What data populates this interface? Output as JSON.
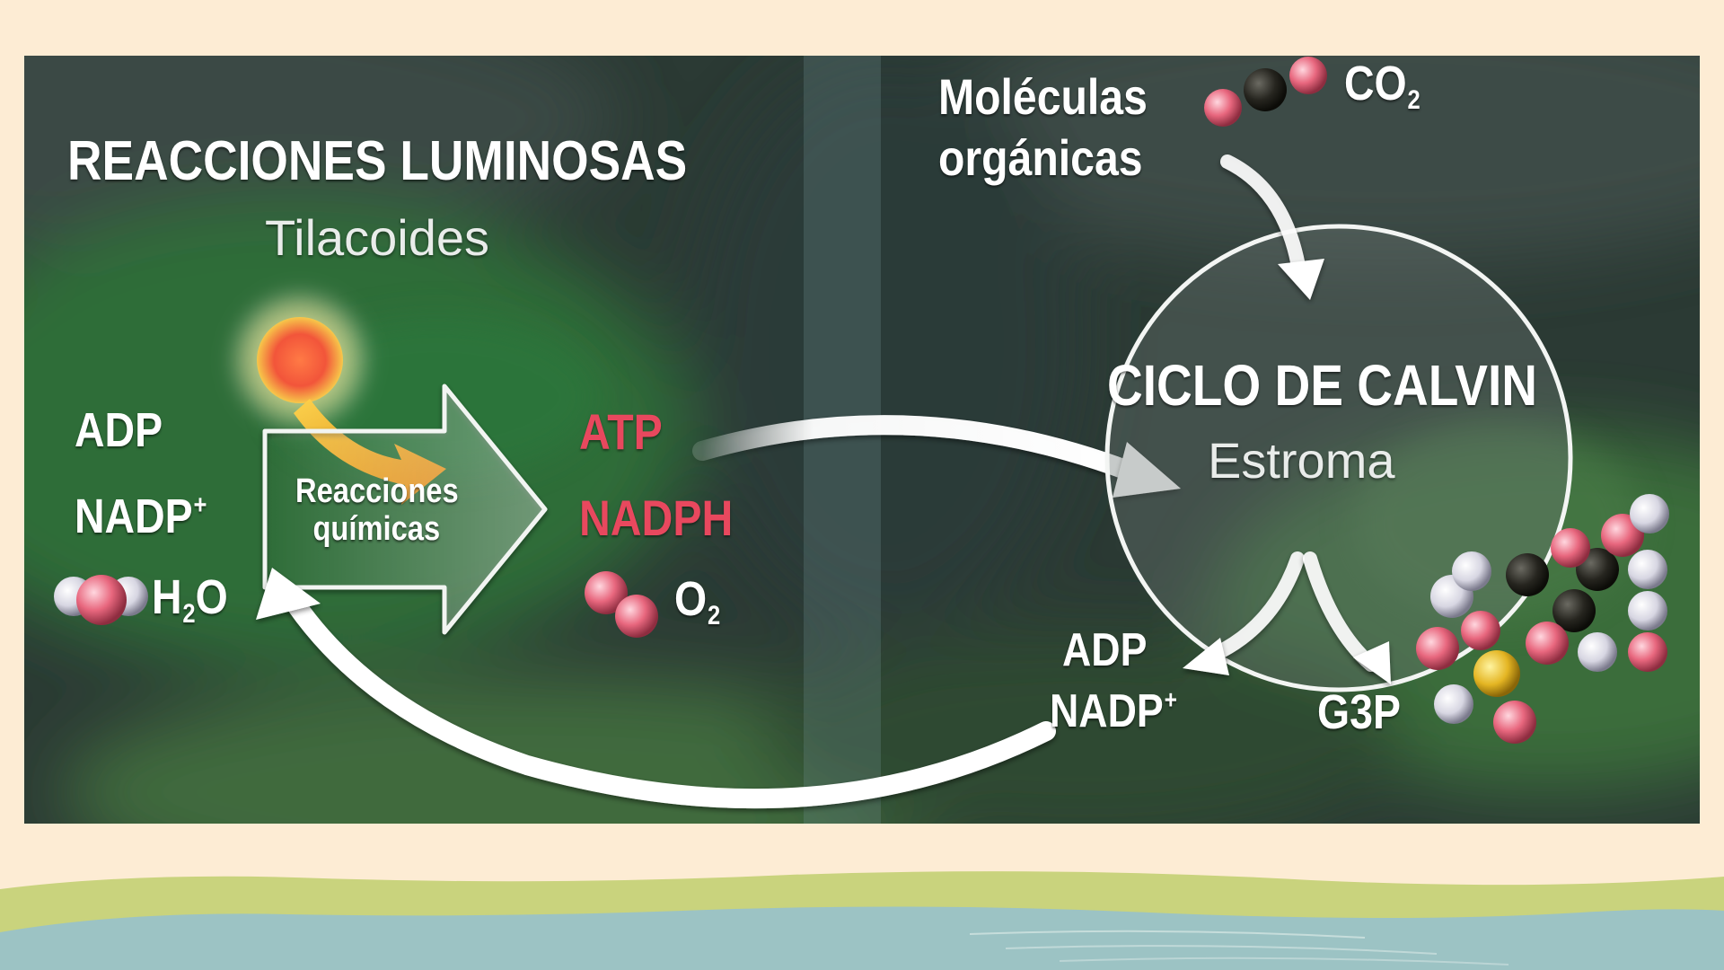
{
  "light": {
    "title": "REACCIONES LUMINOSAS",
    "subtitle": "Tilacoides",
    "inputs": {
      "adp": "ADP",
      "nadp": "NADP",
      "nadp_sup": "+",
      "water": "H",
      "water_sub": "2",
      "water_tail": "O"
    },
    "process": {
      "line1": "Reacciones",
      "line2": "químicas"
    },
    "outputs": {
      "atp": "ATP",
      "nadph": "NADPH",
      "oxygen": "O",
      "oxygen_sub": "2"
    }
  },
  "calvin": {
    "title": "CICLO DE CALVIN",
    "subtitle": "Estroma",
    "organic": {
      "line1": "Moléculas",
      "line2": "orgánicas"
    },
    "co2": {
      "text": "CO",
      "sub": "2"
    },
    "outputs": {
      "adp": "ADP",
      "nadp": "NADP",
      "nadp_sup": "+",
      "g3p": "G3P"
    }
  },
  "colors": {
    "page_background": "#fdecd4",
    "diagram_background": "#2c3b35",
    "label_white": "#ffffff",
    "label_red": "#e8485e",
    "hill_green": "#c9d37d",
    "water_blue": "#9cc3c4",
    "sun_orange": "#f26a3a",
    "arrow_orange": "#f5a623"
  }
}
